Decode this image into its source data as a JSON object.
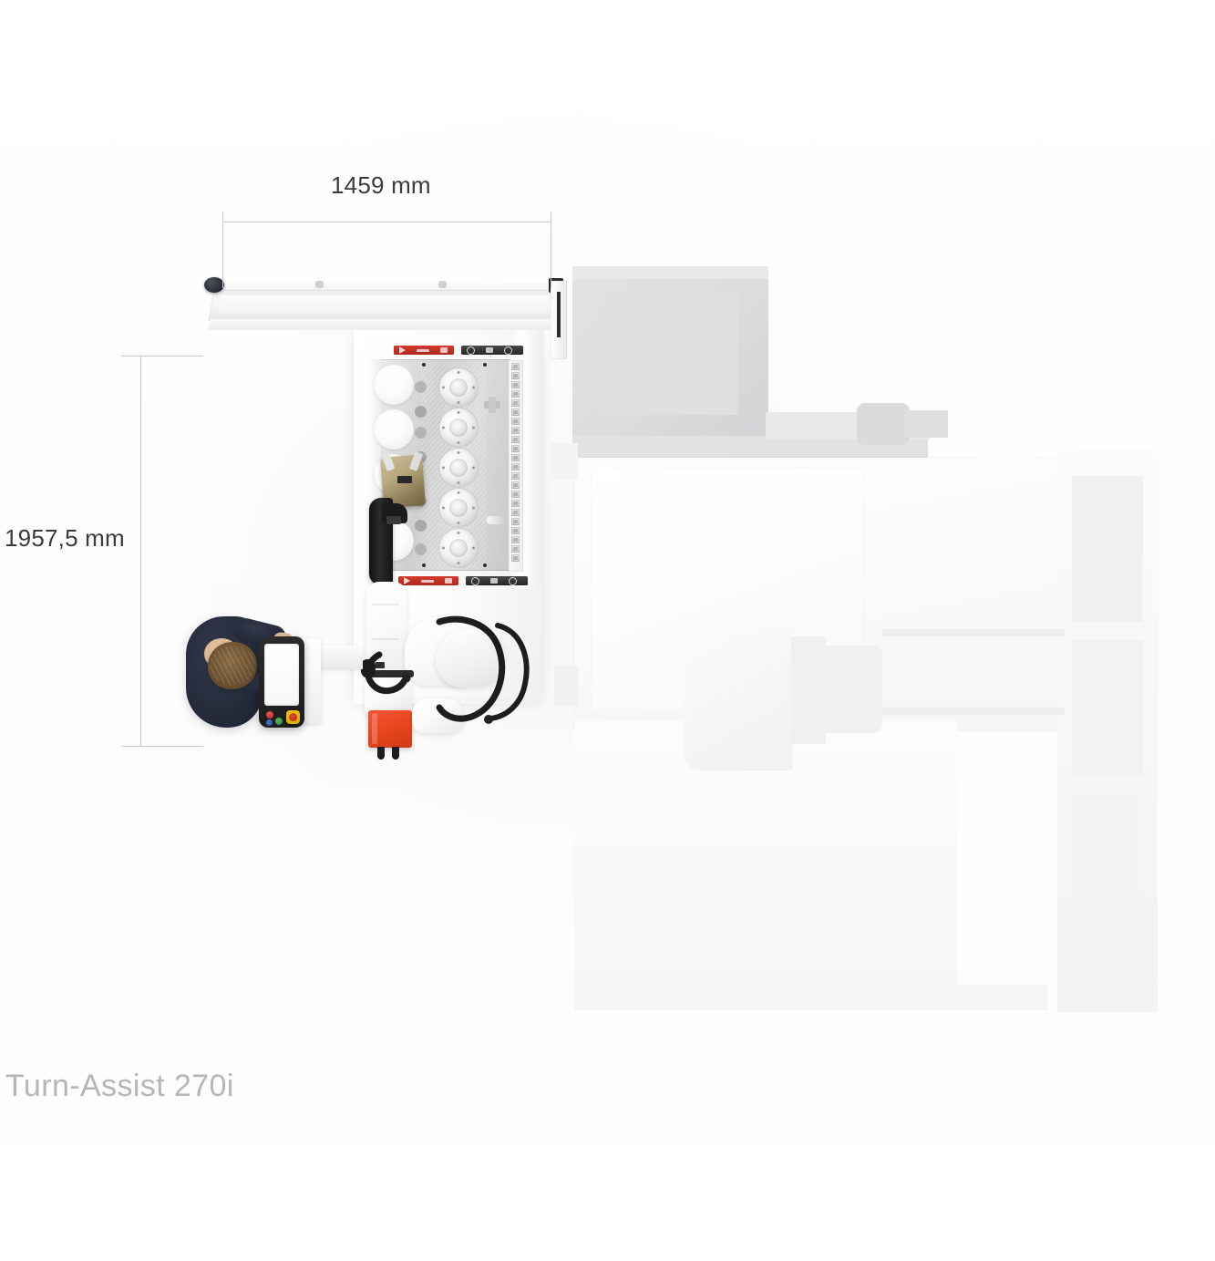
{
  "meta": {
    "kind": "product-technical-illustration",
    "view": "top-down plan view"
  },
  "product": {
    "title": "Turn-Assist 270i",
    "title_color": "#b6b6b8"
  },
  "dimensions": {
    "width": {
      "label": "1459 mm",
      "value": 1459,
      "unit": "mm",
      "orientation": "horizontal",
      "name": "overall-width"
    },
    "height": {
      "label": "1957,5 mm",
      "value": 1957.5,
      "unit": "mm",
      "orientation": "vertical",
      "name": "overall-depth"
    },
    "line_color": "#c9c9cb",
    "text_color": "#3b3b3d"
  },
  "scene": {
    "background_color": "#ffffff",
    "operator": {
      "name": "operator",
      "clothing_color": "#262c3c",
      "hair_color": "#6d5231",
      "posture": "seated-leaning-at-panel"
    },
    "hmi": {
      "name": "control-panel",
      "bezel_color": "#1c1c1e",
      "screen_color": "#ffffff",
      "buttons": [
        {
          "name": "red-button",
          "color": "#d0342c"
        },
        {
          "name": "blue-button",
          "color": "#2f55a4"
        },
        {
          "name": "green-button",
          "color": "#3a9a45"
        }
      ],
      "emergency_stop": {
        "name": "emergency-stop-button",
        "base_color": "#d7ad00",
        "cap_color": "#c22f1e"
      }
    },
    "robot": {
      "name": "articulated-robot-arm",
      "body_color": "#fafafa",
      "accent_color": "#e8481f",
      "cable_color": "#1d1d1f",
      "axes": 6
    },
    "storage": {
      "name": "workpiece-storage-rack",
      "chuck_count": 5,
      "cylinder_count": 4,
      "module_count": 22,
      "rail_color": "#c9c9c9"
    },
    "hood": {
      "name": "access-hood",
      "state": "open",
      "frame_color": "#f2f2f2",
      "handle_color": "#2b3038"
    },
    "control_strips": [
      {
        "name": "status-strip-red-top",
        "color": "#bf3024",
        "icons": [
          "play-icon",
          "pause-icon",
          "stop-icon"
        ]
      },
      {
        "name": "status-strip-dark-top",
        "color": "#343436",
        "icons": [
          "home-icon",
          "grid-icon",
          "power-icon"
        ]
      },
      {
        "name": "status-strip-red-bottom",
        "color": "#bf3024",
        "icons": [
          "play-icon",
          "pause-icon",
          "stop-icon"
        ]
      },
      {
        "name": "status-strip-dark-bottom",
        "color": "#343436",
        "icons": [
          "home-icon",
          "grid-icon",
          "power-icon"
        ]
      }
    ],
    "machine_tool": {
      "name": "cnc-lathe-ghosted",
      "rendering": "ghosted",
      "fill_color": "#f4f4f5"
    }
  }
}
